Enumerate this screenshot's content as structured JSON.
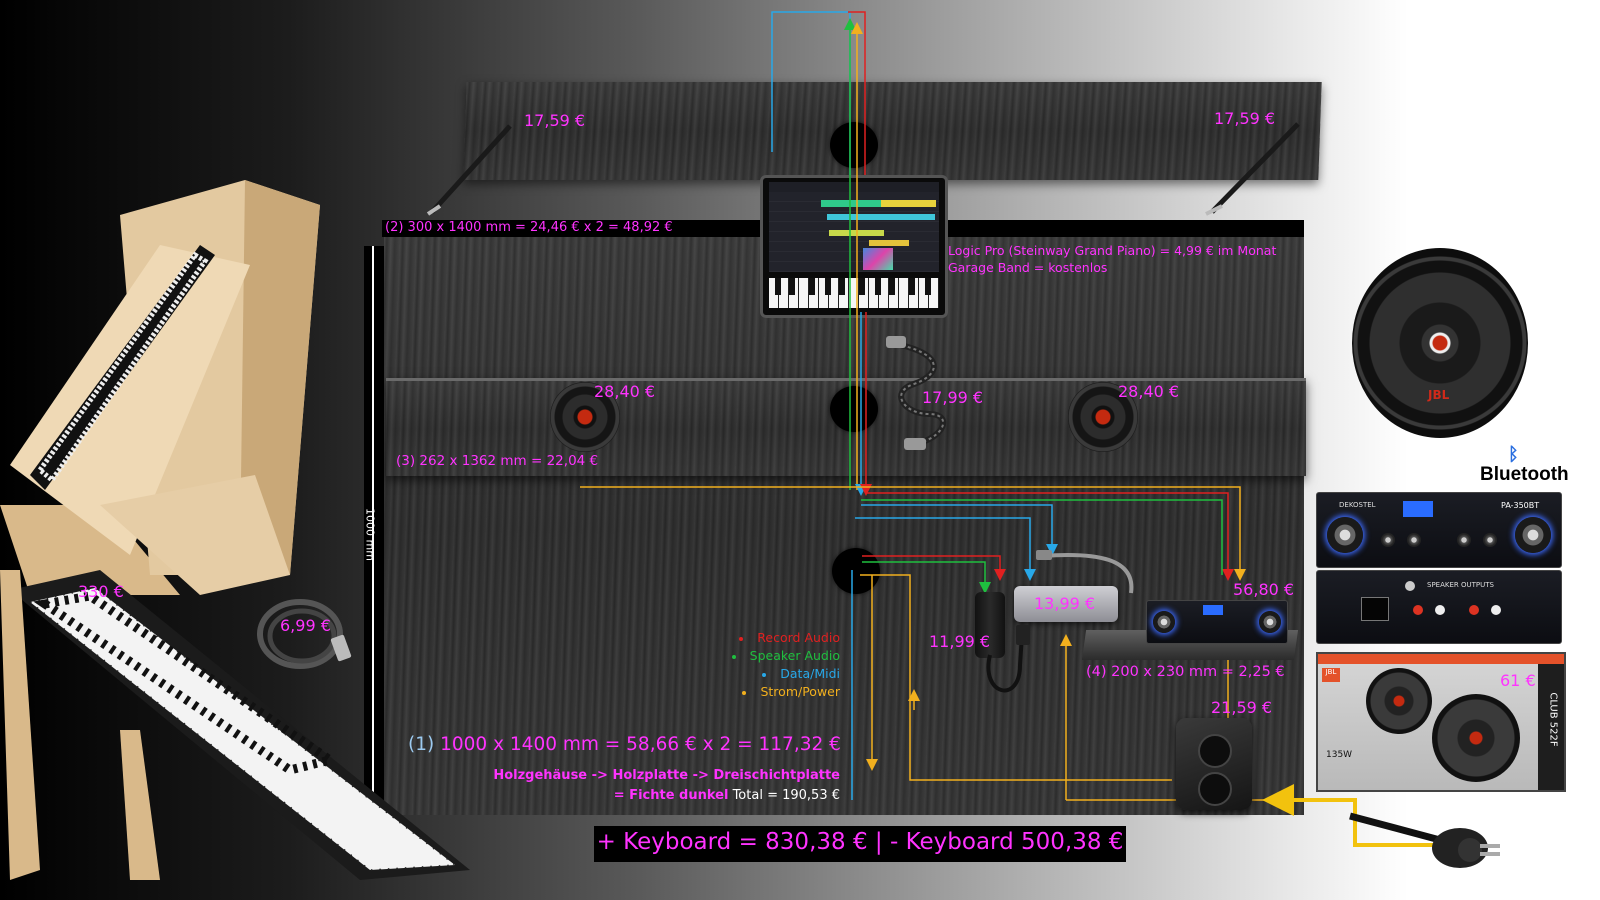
{
  "colors": {
    "accent": "#ff33ff",
    "record_audio": "#e02020",
    "speaker_audio": "#1fbf3f",
    "data_midi": "#28a8e8",
    "power": "#f2b01e"
  },
  "top_board": {
    "left_hinge_price": "17,59 €",
    "right_hinge_price": "17,59 €"
  },
  "board2_label": "(2) 300 x  1400 mm = 24,46 € x 2 = 48,92 €",
  "ipad_note": {
    "line1": "Logic Pro (Steinway Grand Piano) = 4,99 € im Monat",
    "line2": "Garage Band = kostenlos"
  },
  "speaker_bar": {
    "left_speaker_price": "28,40 €",
    "cable_price": "17,99 €",
    "right_speaker_price": "28,40 €",
    "label": "(3) 262 x 1362 mm = 22,04 €"
  },
  "height_label": "1000 mm",
  "keyboard_price": "330 €",
  "usb_cable_price": "6,99 €",
  "hub_price": "13,99 €",
  "adapter_price": "11,99 €",
  "amp_price": "56,80 €",
  "shelf_label": "(4) 200 x 230 mm = 2,25 €",
  "power_strip_price": "21,59 €",
  "speaker_box_price": "61 €",
  "legend": [
    {
      "label": "Record Audio",
      "color_key": "record_audio"
    },
    {
      "label": "Speaker Audio",
      "color_key": "speaker_audio"
    },
    {
      "label": "Data/Midi",
      "color_key": "data_midi"
    },
    {
      "label": "Strom/Power",
      "color_key": "power"
    }
  ],
  "main_board": {
    "prefix": "(1)",
    "label": "1000 x 1400 mm = 58,66 € x 2 = 117,32 €",
    "material_line1": "Holzgehäuse -> Holzplatte -> Dreischichtplatte",
    "material_line2": "= Fichte dunkel",
    "total": "Total = 190,53 €"
  },
  "bottom_banner": "+ Keyboard = 830,38 € | - Keyboard 500,38 €",
  "bluetooth_label": "Bluetooth",
  "amp_product": {
    "model": "PA-350BT",
    "brand": "DEKOSTEL",
    "rear_label": "SPEAKER OUTPUTS"
  },
  "box_product": {
    "brand": "JBL",
    "model": "CLUB 522F",
    "power": "135W"
  },
  "speaker_brand": "JBL"
}
